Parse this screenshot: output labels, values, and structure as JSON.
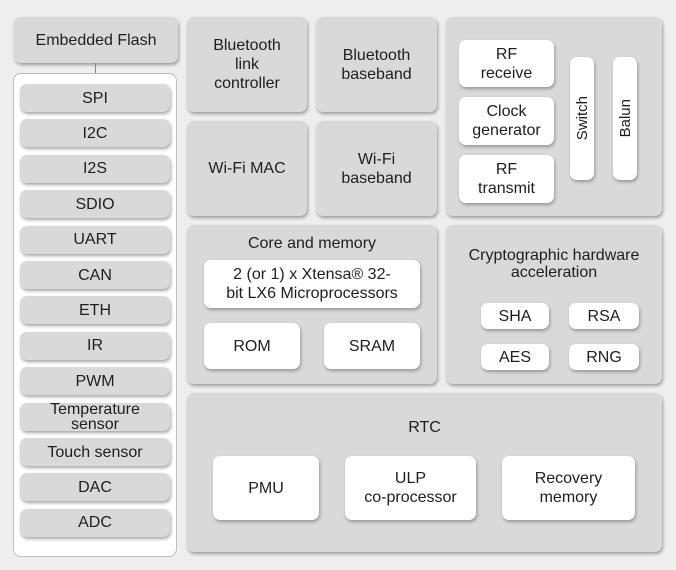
{
  "embedded_flash": "Embedded Flash",
  "peripherals": [
    "SPI",
    "I2C",
    "I2S",
    "SDIO",
    "UART",
    "CAN",
    "ETH",
    "IR",
    "PWM",
    "Temperature\nsensor",
    "Touch sensor",
    "DAC",
    "ADC"
  ],
  "bluetooth_link_controller": "Bluetooth\nlink\ncontroller",
  "bluetooth_baseband": "Bluetooth\nbaseband",
  "wifi_mac": "Wi-Fi MAC",
  "wifi_baseband": "Wi-Fi\nbaseband",
  "rf": {
    "receive": "RF\nreceive",
    "clock_generator": "Clock\ngenerator",
    "transmit": "RF\ntransmit",
    "switch": "Switch",
    "balun": "Balun"
  },
  "core": {
    "title": "Core and memory",
    "processor": "2 (or 1) x Xtensa® 32-\nbit LX6 Microprocessors",
    "rom": "ROM",
    "sram": "SRAM"
  },
  "crypto": {
    "title": "Cryptographic hardware\nacceleration",
    "sha": "SHA",
    "rsa": "RSA",
    "aes": "AES",
    "rng": "RNG"
  },
  "rtc": {
    "title": "RTC",
    "pmu": "PMU",
    "ulp": "ULP\nco-processor",
    "recovery": "Recovery\nmemory"
  }
}
